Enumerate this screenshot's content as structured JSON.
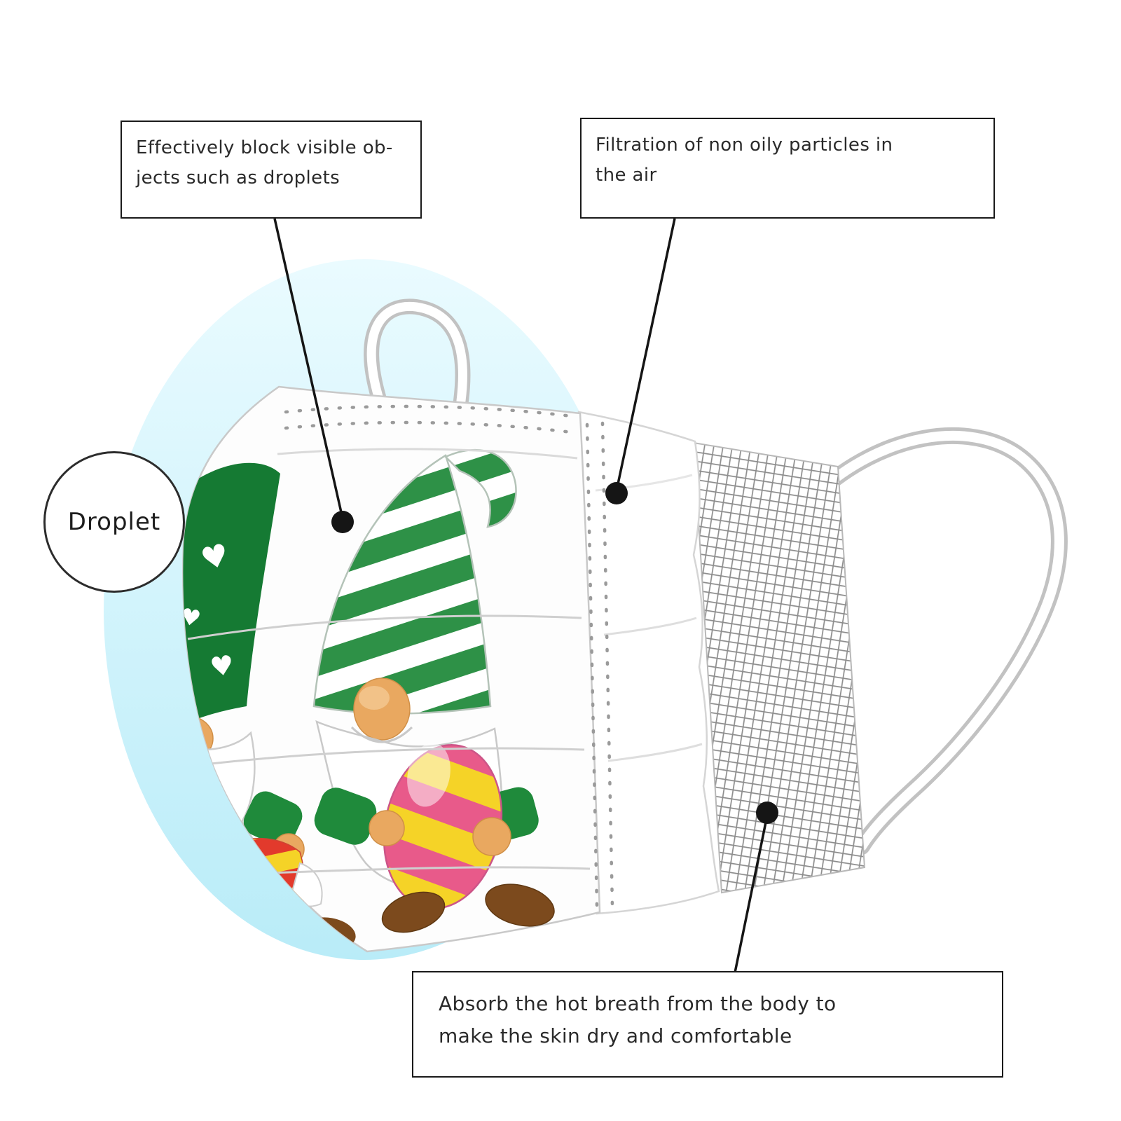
{
  "callouts": {
    "block_droplets": {
      "line1": "Effectively block visible ob-",
      "line2": "jects such as droplets"
    },
    "filtration": {
      "line1": "Filtration of non oily particles in",
      "line2": "the air"
    },
    "absorb": {
      "line1": "Absorb the hot breath from the body to",
      "line2": "make the skin dry and comfortable"
    }
  },
  "droplet": {
    "label": "Droplet"
  },
  "art": {
    "heart_glyph": "♥"
  },
  "colors": {
    "hat_green": "#2e9147",
    "hat_dark_green": "#157a33",
    "egg_pink": "#e85a8a",
    "egg_yellow": "#f5d327",
    "foot_brown": "#7c4a1d",
    "skin_tan": "#e9a860",
    "droplet_blue": "#bfeef9",
    "mesh_gray": "#8d8d8d",
    "line_black": "#151515"
  }
}
